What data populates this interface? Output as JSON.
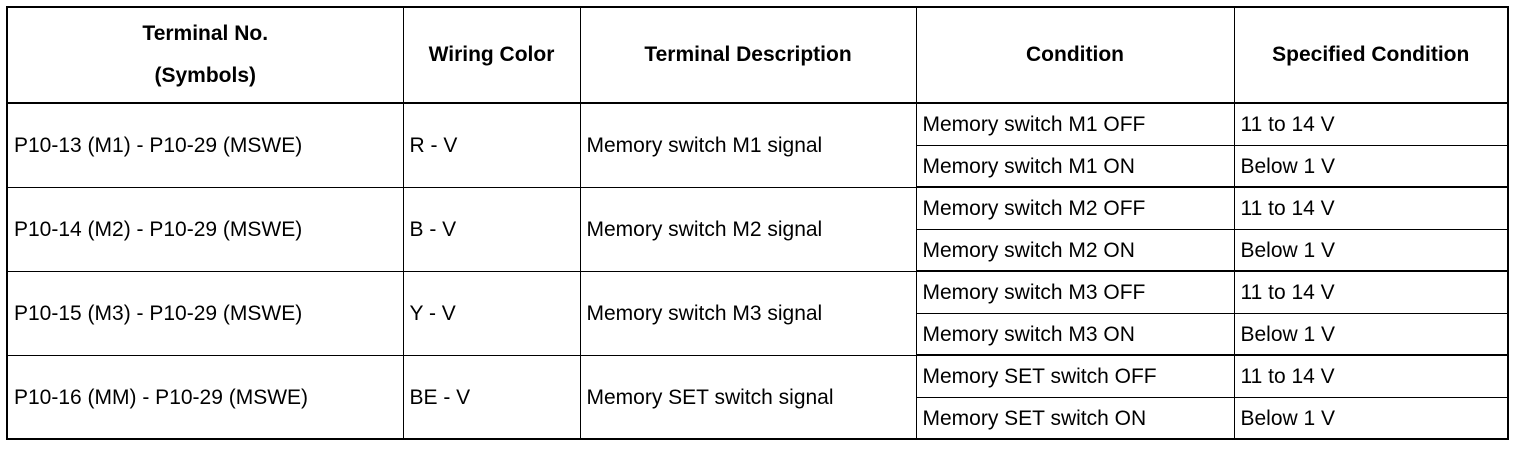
{
  "table": {
    "headers": {
      "terminal_line1": "Terminal No.",
      "terminal_line2": "(Symbols)",
      "wiring_color": "Wiring Color",
      "terminal_description": "Terminal Description",
      "condition": "Condition",
      "specified_condition": "Specified Condition"
    },
    "groups": [
      {
        "terminal": "P10-13 (M1) - P10-29 (MSWE)",
        "wiring_color": "R - V",
        "description": "Memory switch M1 signal",
        "conditions": [
          {
            "condition": "Memory switch M1 OFF",
            "specified": "11 to 14 V"
          },
          {
            "condition": "Memory switch M1 ON",
            "specified": "Below 1 V"
          }
        ]
      },
      {
        "terminal": "P10-14 (M2) - P10-29 (MSWE)",
        "wiring_color": "B - V",
        "description": "Memory switch M2 signal",
        "conditions": [
          {
            "condition": "Memory switch M2 OFF",
            "specified": "11 to 14 V"
          },
          {
            "condition": "Memory switch M2 ON",
            "specified": "Below 1 V"
          }
        ]
      },
      {
        "terminal": "P10-15 (M3) - P10-29 (MSWE)",
        "wiring_color": "Y - V",
        "description": "Memory switch M3 signal",
        "conditions": [
          {
            "condition": "Memory switch M3 OFF",
            "specified": "11 to 14 V"
          },
          {
            "condition": "Memory switch M3 ON",
            "specified": "Below 1 V"
          }
        ]
      },
      {
        "terminal": "P10-16 (MM) - P10-29 (MSWE)",
        "wiring_color": "BE - V",
        "description": "Memory SET switch signal",
        "conditions": [
          {
            "condition": "Memory SET switch OFF",
            "specified": "11 to 14 V"
          },
          {
            "condition": "Memory SET switch ON",
            "specified": "Below 1 V"
          }
        ]
      }
    ]
  }
}
